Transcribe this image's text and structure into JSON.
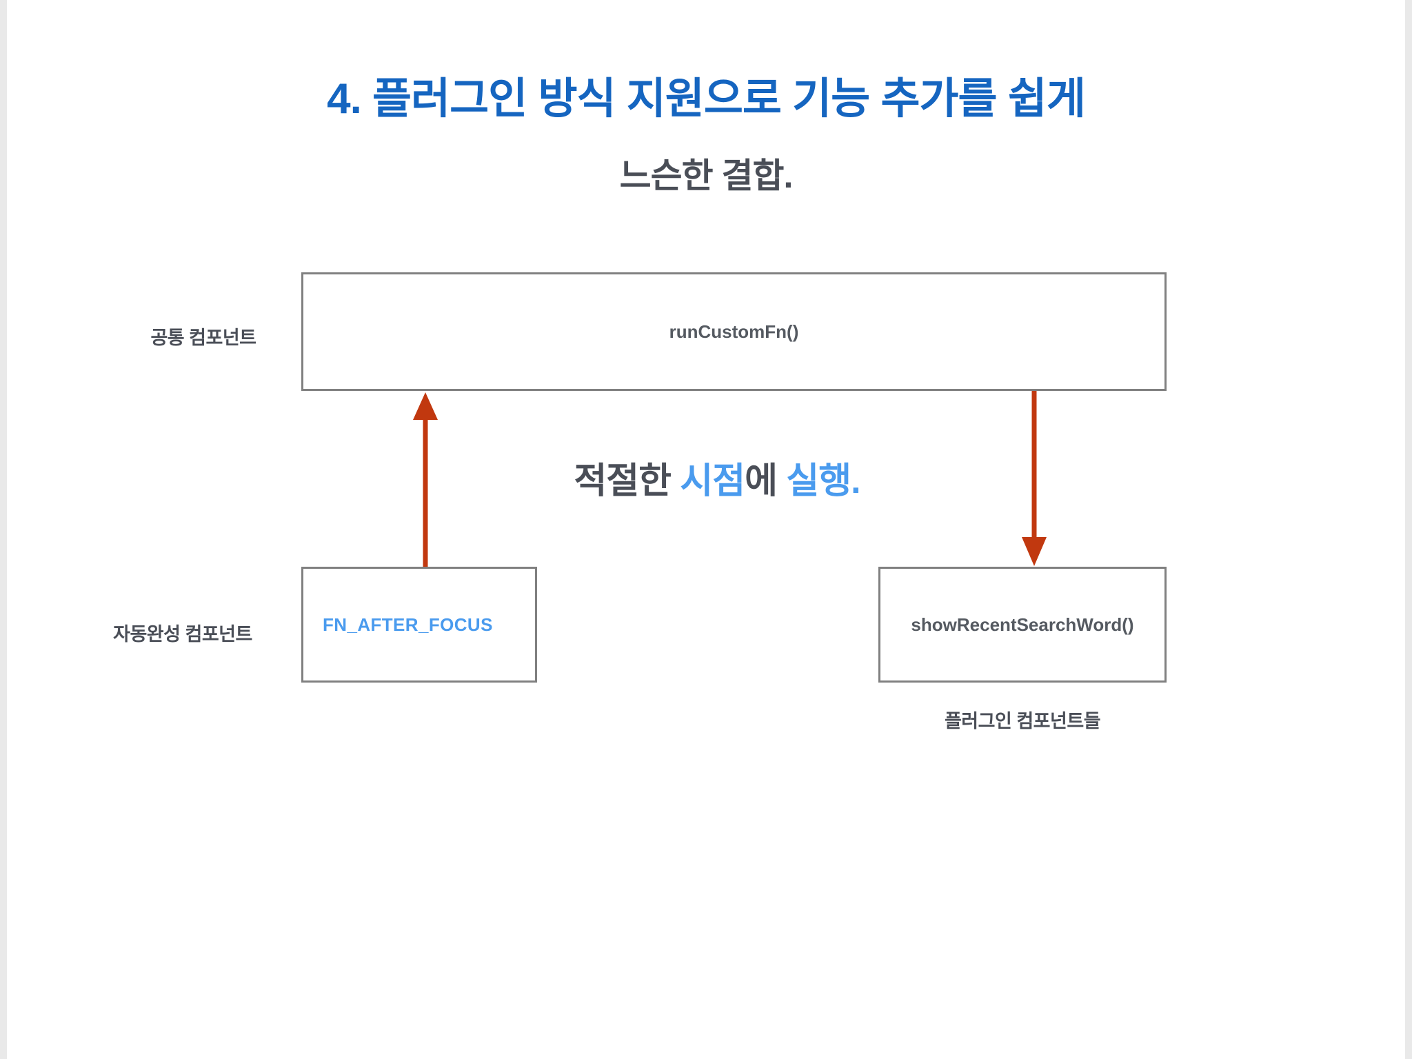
{
  "slide": {
    "title": "4. 플러그인 방식 지원으로 기능 추가를 쉽게",
    "subtitle": "느슨한 결합."
  },
  "center_phrase": {
    "part1": "적절한 ",
    "highlight1": "시점",
    "part2": "에 ",
    "highlight2": "실행."
  },
  "boxes": {
    "common_component": {
      "label": "runCustomFn()",
      "side_label": "공통 컴포넌트"
    },
    "autocomplete_component": {
      "label": "FN_AFTER_FOCUS",
      "side_label": "자동완성 컴포넌트"
    },
    "plugin_component": {
      "label": "showRecentSearchWord()",
      "caption": "플러그인 컴포넌트들"
    }
  },
  "arrows": {
    "up": {
      "name": "arrow-up",
      "color": "#c1380f"
    },
    "down": {
      "name": "arrow-down",
      "color": "#c1380f"
    }
  },
  "colors": {
    "title_blue": "#1565c0",
    "accent_blue": "#4a9bee",
    "text_gray": "#4a4e57",
    "border_gray": "#808080",
    "arrow_red": "#c1380f",
    "background": "#ffffff",
    "gutter_gray": "#e9e9e9"
  }
}
